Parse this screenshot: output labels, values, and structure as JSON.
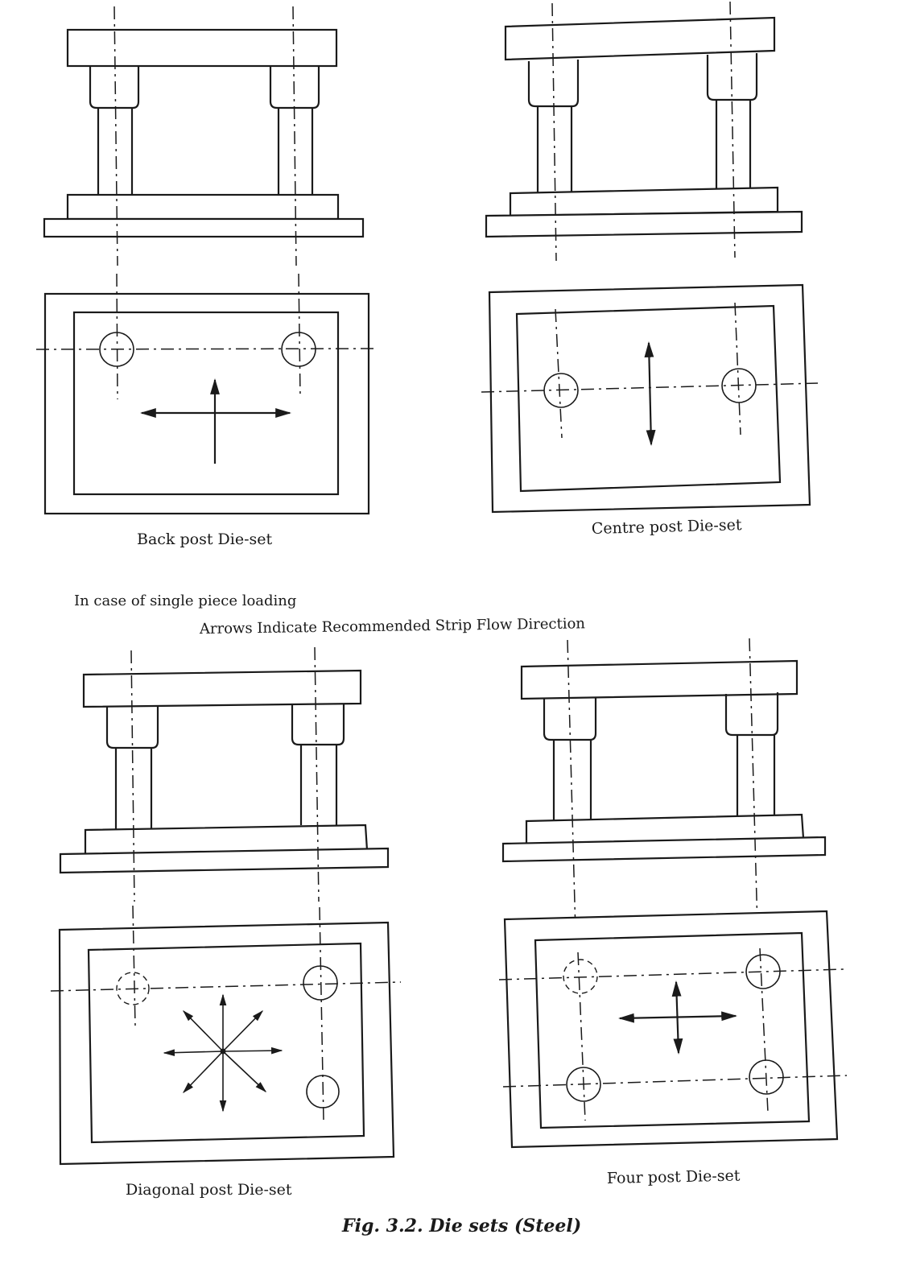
{
  "captions": {
    "back_post": "Back post Die-set",
    "centre_post": "Centre post  Die-set",
    "diagonal_post": "Diagonal post Die-set",
    "four_post": "Four post Die-set"
  },
  "notes": {
    "single_piece": "In case of single piece loading",
    "arrows": "Arrows Indicate Recommended Strip Flow Direction"
  },
  "figure_caption": "Fig. 3.2. Die sets (Steel)"
}
